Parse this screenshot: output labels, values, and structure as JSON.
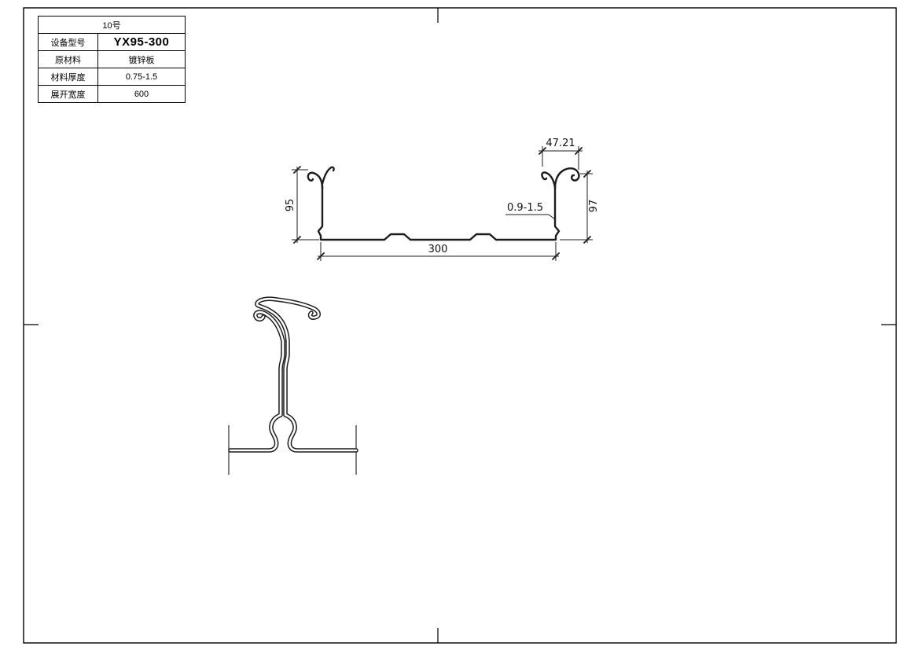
{
  "page": {
    "background": "#ffffff",
    "line_color": "#1c1c1c"
  },
  "spec_table": {
    "title": "10号",
    "rows": [
      {
        "label": "设备型号",
        "value": "YX95-300"
      },
      {
        "label": "原材料",
        "value": "镀锌板"
      },
      {
        "label": "材料厚度",
        "value": "0.75-1.5"
      },
      {
        "label": "展开宽度",
        "value": "600"
      }
    ]
  },
  "cross_section": {
    "width": "300",
    "height_left": "95",
    "height_right": "97",
    "seam_width": "47.21",
    "thickness": "0.9-1.5"
  }
}
